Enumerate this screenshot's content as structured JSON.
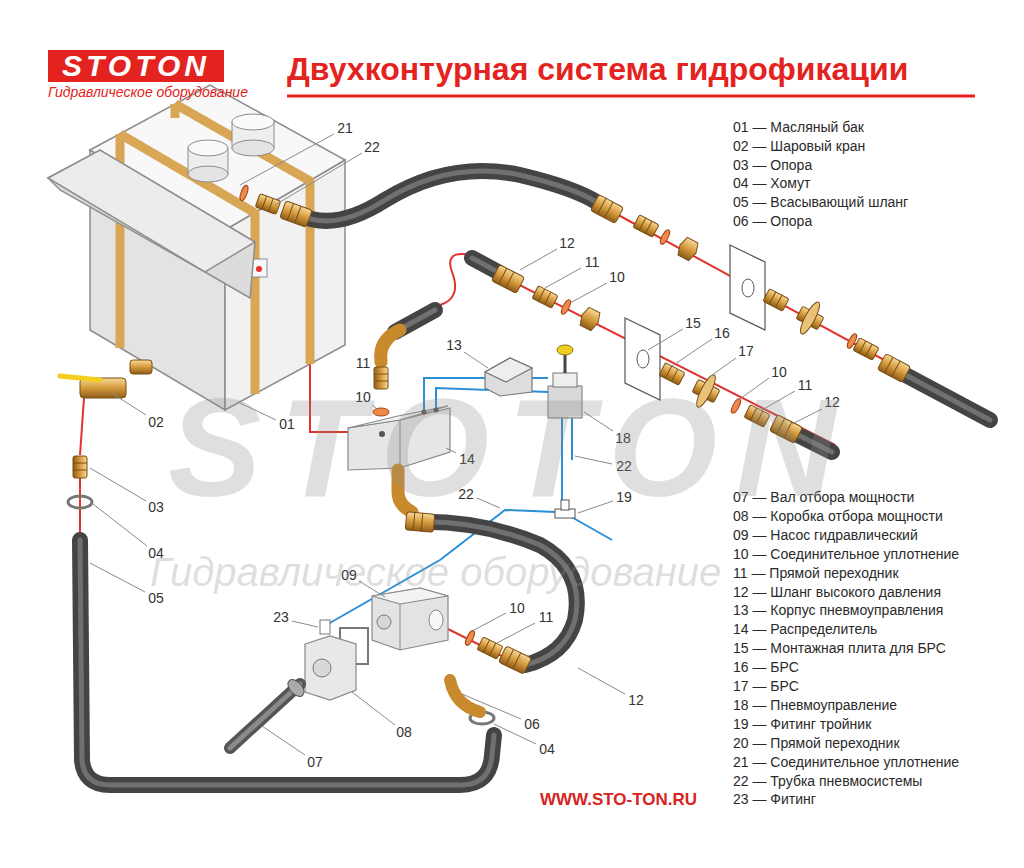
{
  "diagram": {
    "title": "Двухконтурная система гидрофикации",
    "nodes": [
      {
        "text": [
          "STOTON",
          "Гидравлическое оборудование"
        ]
      }
    ],
    "labels": [
      "21",
      "22",
      "12",
      "11",
      "10",
      "15",
      "16",
      "17",
      "10",
      "11",
      "12",
      "13",
      "11",
      "10",
      "01",
      "02",
      "14",
      "18",
      "22",
      "19",
      "22",
      "03",
      "04",
      "05",
      "09",
      "23",
      "10",
      "11",
      "12",
      "08",
      "07",
      "06",
      "04",
      "01 — Масляный бак",
      "02 — Шаровый кран",
      "03 — Опора",
      "04 — Хомут",
      "05 — Всасывающий шланг",
      "06 — Опора",
      "07 — Вал отбора мощности",
      "08 — Коробка отбора мощности",
      "09 — Насос гидравлический",
      "10 — Соединительное уплотнение",
      "11 — Прямой переходник",
      "12 — Шланг высокого давления",
      "13 — Корпус пневмоуправления",
      "14 — Распределитель",
      "15 — Монтажная плита для БРС",
      "16 — БРС",
      "17 — БРС",
      "18 — Пневмоуправление",
      "19 — Фитинг тройник",
      "20 — Прямой переходник",
      "21 — Соединительное уплотнение",
      "22 — Трубка пневмосистемы",
      "23 — Фитинг",
      "STOTON",
      "Гидравлическое оборудование",
      "WWW.STO-TON.RU"
    ]
  }
}
